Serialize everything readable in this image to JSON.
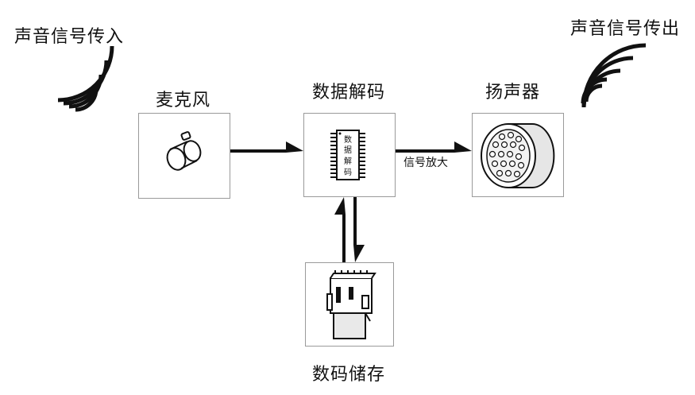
{
  "signal_in_label": "声音信号传入",
  "signal_out_label": "声音信号传出",
  "nodes": {
    "microphone": "麦克风",
    "decoder": "数据解码",
    "speaker": "扬声器",
    "storage": "数码储存"
  },
  "chip_text": [
    "数",
    "据",
    "解",
    "码"
  ],
  "edge_amplify_label": "信号放大",
  "colors": {
    "stroke": "#111111",
    "box_border": "#9a9a9a"
  },
  "icons": {
    "microphone": "microphone-icon",
    "decoder": "chip-icon",
    "speaker": "speaker-icon",
    "storage": "sd-card-slot-icon",
    "signal_in": "sound-waves-icon",
    "signal_out": "sound-waves-icon"
  }
}
